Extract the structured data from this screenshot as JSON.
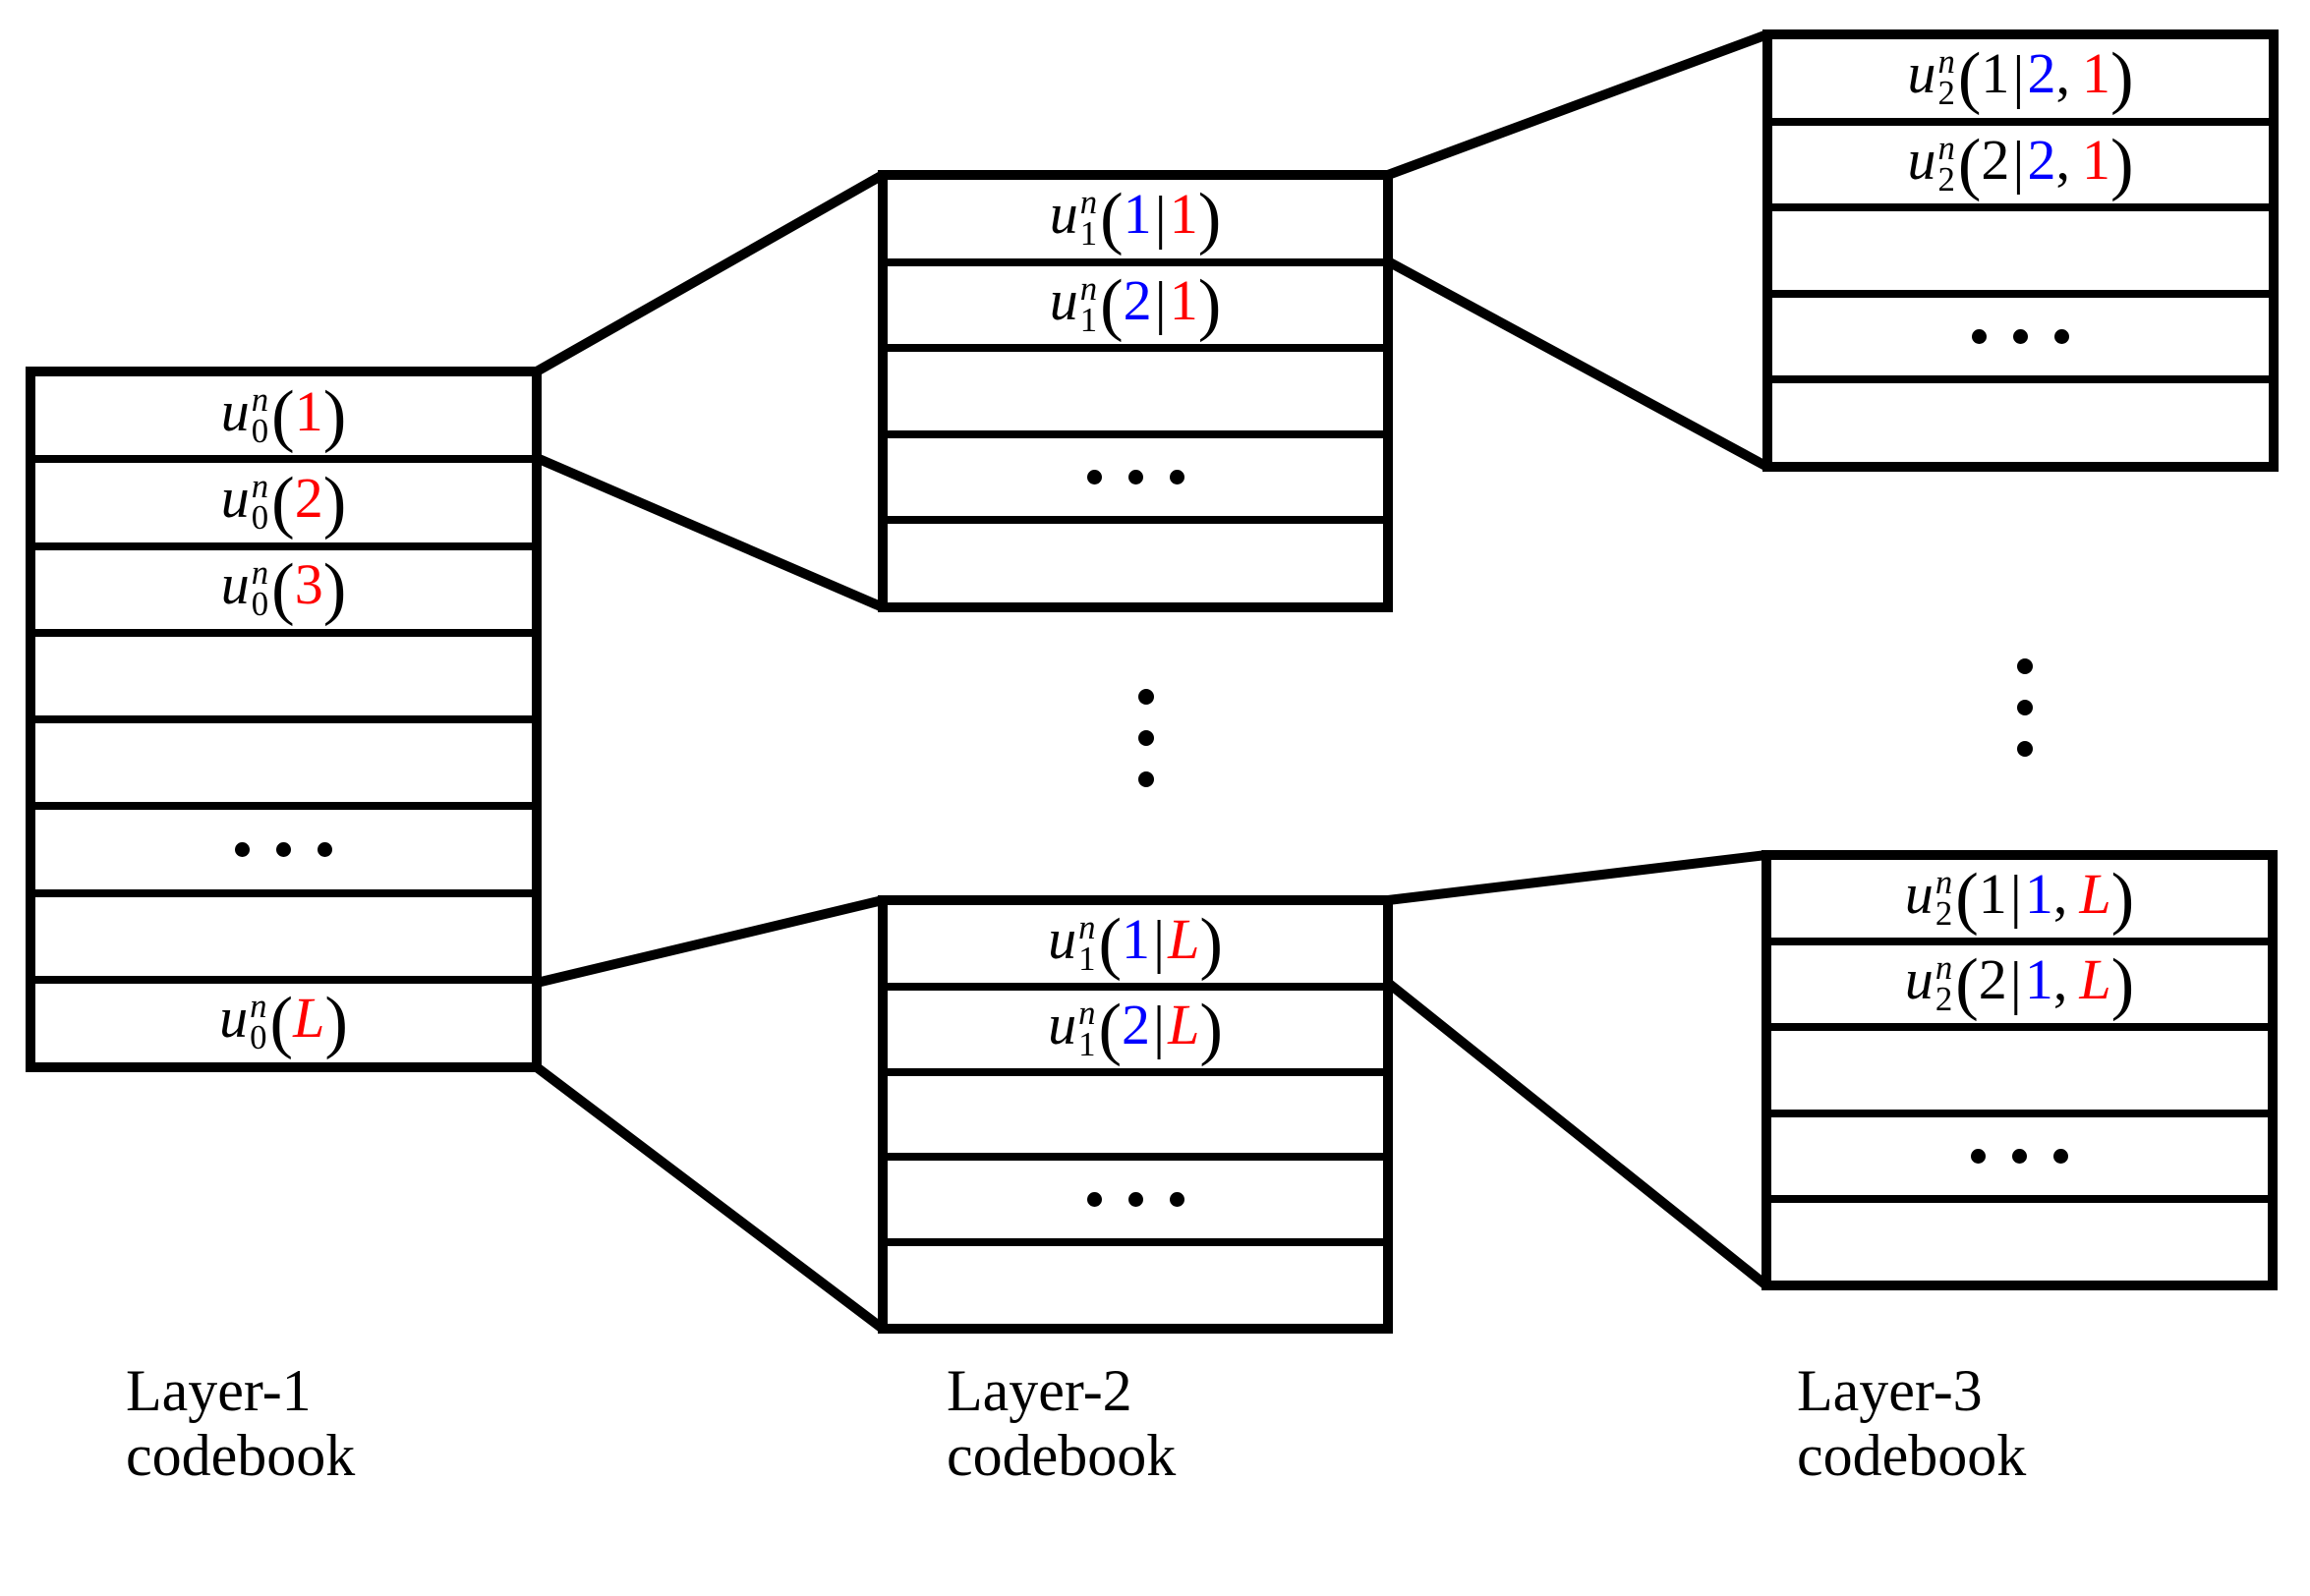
{
  "colors": {
    "red": "#ff0000",
    "blue": "#0000ff",
    "black": "#000000"
  },
  "base_symbol": "u",
  "tables": [
    {
      "id": "layer1-codebook",
      "rows": [
        {
          "type": "math",
          "sup": "n",
          "sub": "0",
          "args": [
            {
              "t": "1",
              "c": "red"
            }
          ]
        },
        {
          "type": "math",
          "sup": "n",
          "sub": "0",
          "args": [
            {
              "t": "2",
              "c": "red"
            }
          ]
        },
        {
          "type": "math",
          "sup": "n",
          "sub": "0",
          "args": [
            {
              "t": "3",
              "c": "red"
            }
          ]
        },
        {
          "type": "empty"
        },
        {
          "type": "empty"
        },
        {
          "type": "hdots"
        },
        {
          "type": "empty"
        },
        {
          "type": "math",
          "sup": "n",
          "sub": "0",
          "args": [
            {
              "t": "L",
              "c": "red",
              "i": true
            }
          ]
        }
      ]
    },
    {
      "id": "layer2-top-codebook",
      "rows": [
        {
          "type": "math",
          "sup": "n",
          "sub": "1",
          "args": [
            {
              "t": "1",
              "c": "blue"
            },
            {
              "t": "|",
              "c": "black"
            },
            {
              "t": "1",
              "c": "red"
            }
          ]
        },
        {
          "type": "math",
          "sup": "n",
          "sub": "1",
          "args": [
            {
              "t": "2",
              "c": "blue"
            },
            {
              "t": "|",
              "c": "black"
            },
            {
              "t": "1",
              "c": "red"
            }
          ]
        },
        {
          "type": "empty"
        },
        {
          "type": "hdots"
        },
        {
          "type": "empty"
        }
      ]
    },
    {
      "id": "layer2-bottom-codebook",
      "rows": [
        {
          "type": "math",
          "sup": "n",
          "sub": "1",
          "args": [
            {
              "t": "1",
              "c": "blue"
            },
            {
              "t": "|",
              "c": "black"
            },
            {
              "t": "L",
              "c": "red",
              "i": true
            }
          ]
        },
        {
          "type": "math",
          "sup": "n",
          "sub": "1",
          "args": [
            {
              "t": "2",
              "c": "blue"
            },
            {
              "t": "|",
              "c": "black"
            },
            {
              "t": "L",
              "c": "red",
              "i": true
            }
          ]
        },
        {
          "type": "empty"
        },
        {
          "type": "hdots"
        },
        {
          "type": "empty"
        }
      ]
    },
    {
      "id": "layer3-top-codebook",
      "rows": [
        {
          "type": "math",
          "sup": "n",
          "sub": "2",
          "args": [
            {
              "t": "1",
              "c": "black"
            },
            {
              "t": "|",
              "c": "black"
            },
            {
              "t": "2",
              "c": "blue"
            },
            {
              "t": ",",
              "c": "black"
            },
            {
              "t": "1",
              "c": "red"
            }
          ]
        },
        {
          "type": "math",
          "sup": "n",
          "sub": "2",
          "args": [
            {
              "t": "2",
              "c": "black"
            },
            {
              "t": "|",
              "c": "black"
            },
            {
              "t": "2",
              "c": "blue"
            },
            {
              "t": ",",
              "c": "black"
            },
            {
              "t": "1",
              "c": "red"
            }
          ]
        },
        {
          "type": "empty"
        },
        {
          "type": "hdots"
        },
        {
          "type": "empty"
        }
      ]
    },
    {
      "id": "layer3-bottom-codebook",
      "rows": [
        {
          "type": "math",
          "sup": "n",
          "sub": "2",
          "args": [
            {
              "t": "1",
              "c": "black"
            },
            {
              "t": "|",
              "c": "black"
            },
            {
              "t": "1",
              "c": "blue"
            },
            {
              "t": ",",
              "c": "black"
            },
            {
              "t": "L",
              "c": "red",
              "i": true
            }
          ]
        },
        {
          "type": "math",
          "sup": "n",
          "sub": "2",
          "args": [
            {
              "t": "2",
              "c": "black"
            },
            {
              "t": "|",
              "c": "black"
            },
            {
              "t": "1",
              "c": "blue"
            },
            {
              "t": ",",
              "c": "black"
            },
            {
              "t": "L",
              "c": "red",
              "i": true
            }
          ]
        },
        {
          "type": "empty"
        },
        {
          "type": "hdots"
        },
        {
          "type": "empty"
        }
      ]
    }
  ],
  "captions": [
    {
      "line1": "Layer-1",
      "line2": "codebook"
    },
    {
      "line1": "Layer-2",
      "line2": "codebook"
    },
    {
      "line1": "Layer-3",
      "line2": "codebook"
    }
  ]
}
